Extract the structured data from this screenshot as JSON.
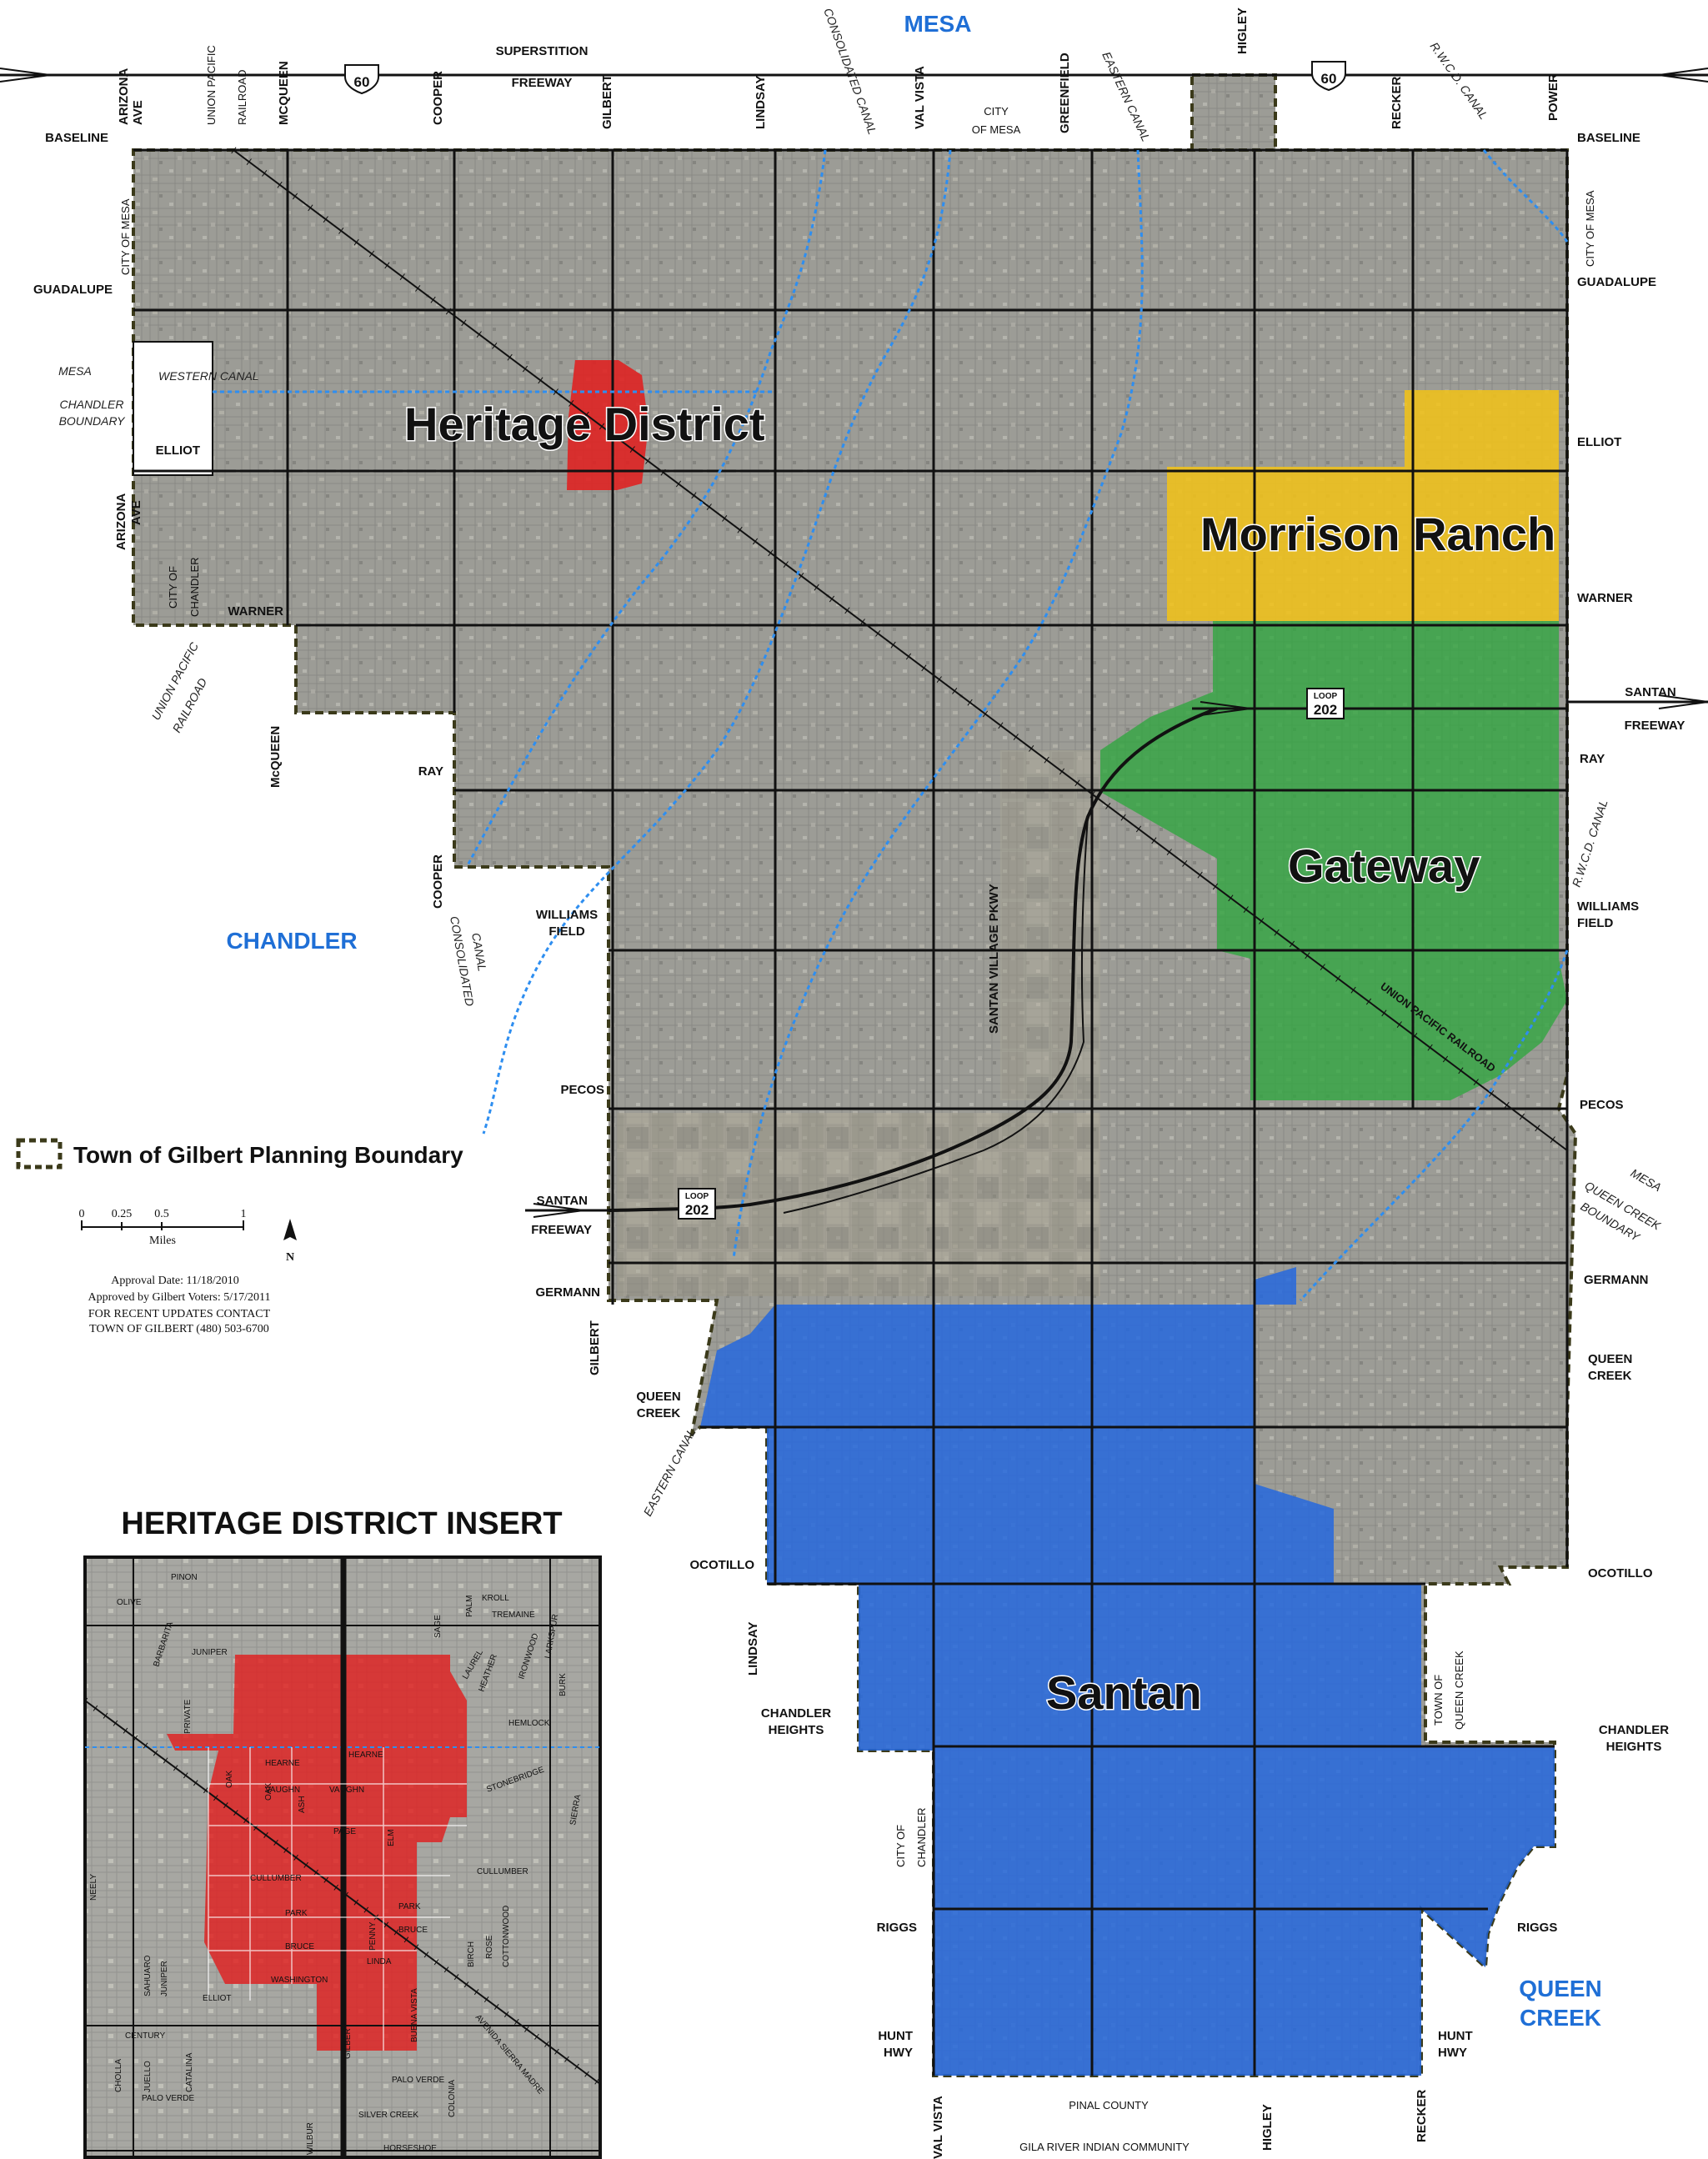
{
  "title_city": "MESA",
  "districts": {
    "heritage": "Heritage District",
    "morrison": "Morrison Ranch",
    "gateway": "Gateway",
    "santan": "Santan"
  },
  "colors": {
    "heritage": "#e02020",
    "morrison": "#f3c316",
    "gateway": "#2fa63f",
    "santan": "#2166e0",
    "city_label": "#1f6fd6",
    "canal": "#2e8ef0",
    "boundary": "#3b3a1a",
    "aerial": "#9a9a94"
  },
  "cities": {
    "mesa_top": "MESA",
    "chandler": "CHANDLER",
    "queen_creek_1": "QUEEN",
    "queen_creek_2": "CREEK"
  },
  "top_labels": {
    "arizona_1": "ARIZONA",
    "arizona_2": "AVE",
    "union_pacific_1": "UNION PACIFIC",
    "union_pacific_2": "RAILROAD",
    "mcqueen": "MCQUEEN",
    "us60": "60",
    "cooper": "COOPER",
    "superstition": "SUPERSTITION",
    "freeway": "FREEWAY",
    "gilbert": "GILBERT",
    "lindsay": "LINDSAY",
    "consolidated_canal": "CONSOLIDATED CANAL",
    "val_vista": "VAL VISTA",
    "city_of_mesa_1": "CITY",
    "city_of_mesa_2": "OF MESA",
    "greenfield": "GREENFIELD",
    "eastern_canal": "EASTERN CANAL",
    "higley": "HIGLEY",
    "recker": "RECKER",
    "rwcd_canal": "R.W.C.D. CANAL",
    "power": "POWER"
  },
  "left_labels": {
    "baseline": "BASELINE",
    "city_of_mesa": "CITY OF MESA",
    "guadalupe": "GUADALUPE",
    "mesa": "MESA",
    "chandler_boundary_1": "CHANDLER",
    "chandler_boundary_2": "BOUNDARY",
    "western_canal": "WESTERN CANAL",
    "elliot": "ELLIOT",
    "arizona_ave_1": "ARIZONA",
    "arizona_ave_2": "AVE",
    "city_of_chandler_1": "CITY OF",
    "city_of_chandler_2": "CHANDLER",
    "warner": "WARNER",
    "union_pacific_1": "UNION PACIFIC",
    "union_pacific_2": "RAILROAD",
    "mcqueen": "McQUEEN",
    "ray": "RAY",
    "cooper": "COOPER",
    "consolidated_1": "CONSOLIDATED",
    "consolidated_2": "CANAL",
    "williams_1": "WILLIAMS",
    "williams_2": "FIELD",
    "pecos": "PECOS",
    "santan_1": "SANTAN",
    "santan_2": "FREEWAY",
    "germann": "GERMANN",
    "gilbert": "GILBERT",
    "queen_creek_1": "QUEEN",
    "queen_creek_2": "CREEK",
    "eastern_canal": "EASTERN CANAL",
    "ocotillo": "OCOTILLO",
    "lindsay": "LINDSAY",
    "chandler_heights_1": "CHANDLER",
    "chandler_heights_2": "HEIGHTS",
    "city_of_chandler_b1": "CITY OF",
    "city_of_chandler_b2": "CHANDLER",
    "riggs": "RIGGS",
    "hunt_1": "HUNT",
    "hunt_2": "HWY"
  },
  "right_labels": {
    "baseline": "BASELINE",
    "city_of_mesa": "CITY OF MESA",
    "guadalupe": "GUADALUPE",
    "elliot": "ELLIOT",
    "warner": "WARNER",
    "santan_1": "SANTAN",
    "santan_2": "FREEWAY",
    "loop": "LOOP",
    "loop_num": "202",
    "ray": "RAY",
    "rwcd_canal": "R.W.C.D. CANAL",
    "williams_1": "WILLIAMS",
    "williams_2": "FIELD",
    "union_pacific_railroad": "UNION PACIFIC RAILROAD",
    "pecos": "PECOS",
    "mesa_qc_1": "MESA",
    "mesa_qc_2": "QUEEN CREEK",
    "mesa_qc_3": "BOUNDARY",
    "germann": "GERMANN",
    "queen_creek_1": "QUEEN",
    "queen_creek_2": "CREEK",
    "ocotillo": "OCOTILLO",
    "town_qc_1": "TOWN OF",
    "town_qc_2": "QUEEN CREEK",
    "chandler_heights_1": "CHANDLER",
    "chandler_heights_2": "HEIGHTS",
    "riggs": "RIGGS",
    "hunt_1": "HUNT",
    "hunt_2": "HWY"
  },
  "center_labels": {
    "santan_village_pkwy": "SANTAN VILLAGE PKWY",
    "loop": "LOOP",
    "loop_num": "202"
  },
  "bottom_labels": {
    "val_vista": "VAL VISTA",
    "pinal_county": "PINAL COUNTY",
    "higley": "HIGLEY",
    "recker": "RECKER",
    "gila_river": "GILA RIVER INDIAN COMMUNITY"
  },
  "legend": {
    "boundary_label": "Town of Gilbert Planning Boundary",
    "scale_ticks": [
      "0",
      "0.25",
      "0.5",
      "1"
    ],
    "scale_unit": "Miles",
    "north": "N",
    "approval_date": "Approval Date: 11/18/2010",
    "approved_voters": "Approved by Gilbert Voters: 5/17/2011",
    "contact_1": "FOR RECENT UPDATES CONTACT",
    "contact_2": "TOWN OF GILBERT (480) 503-6700"
  },
  "inset": {
    "title": "HERITAGE DISTRICT INSERT",
    "streets": [
      "PINON",
      "OLIVE",
      "JUNIPER",
      "BARBARITA",
      "PRIVATE",
      "HEARNE",
      "VAUGHN",
      "PAGE",
      "CULLUMBER",
      "PARK",
      "BRUCE",
      "LINDA",
      "WASHINGTON",
      "ELLIOT",
      "CENTURY",
      "PALO VERDE",
      "SILVER CREEK",
      "HORSESHOE",
      "OAK",
      "ASH",
      "ELM",
      "SAGE",
      "PALM",
      "KROLL",
      "TREMAINE",
      "IRONWOOD",
      "LARKSPUR",
      "BURK",
      "HEATHER",
      "LAUREL",
      "HEMLOCK",
      "STONEBRIDGE",
      "SIERRA",
      "BIRCH",
      "COTTONWOOD",
      "ROSE",
      "PENNY",
      "GILBERT",
      "BUENA VISTA",
      "AVENIDA SIERRA MADRE",
      "SAHUARO",
      "JUNIPER",
      "CATALINA",
      "CHOLLA",
      "JUELLO",
      "NEELY",
      "COLONIA",
      "WILBUR",
      "PALM"
    ]
  }
}
